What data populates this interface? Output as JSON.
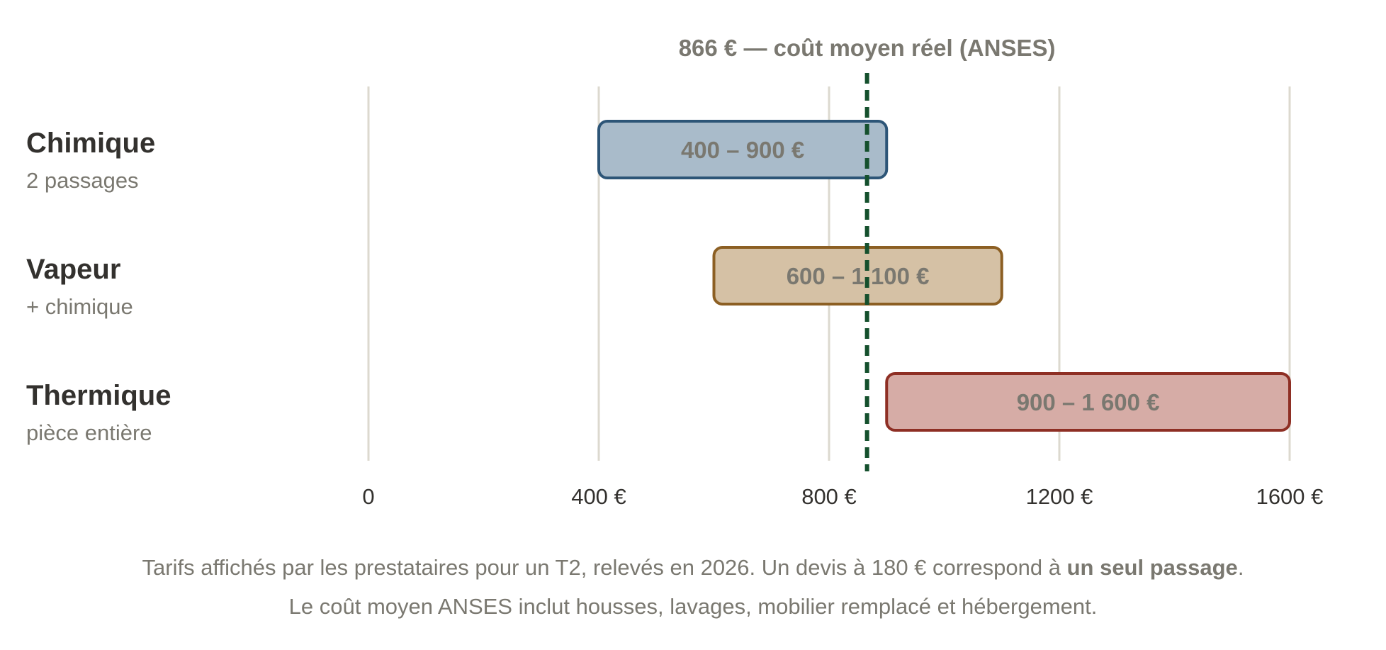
{
  "chart_data": {
    "type": "bar",
    "orientation": "horizontal-range",
    "categories": [
      {
        "name": "Chimique",
        "subtitle": "2 passages",
        "low": 400,
        "high": 900,
        "label": "400 – 900 €",
        "color": "#2d5577",
        "fill": "#a9bbca"
      },
      {
        "name": "Vapeur",
        "subtitle": "+ chimique",
        "low": 600,
        "high": 1100,
        "label": "600 – 1 100 €",
        "color": "#8c5f23",
        "fill": "#d5c1a5"
      },
      {
        "name": "Thermique",
        "subtitle": "pièce entière",
        "low": 900,
        "high": 1600,
        "label": "900 – 1 600 €",
        "color": "#8e2f24",
        "fill": "#d6aca6"
      }
    ],
    "xlim": [
      0,
      1600
    ],
    "ticks": [
      {
        "value": 0,
        "label": "0"
      },
      {
        "value": 400,
        "label": "400 €"
      },
      {
        "value": 800,
        "label": "800 €"
      },
      {
        "value": 1200,
        "label": "1200 €"
      },
      {
        "value": 1600,
        "label": "1600 €"
      }
    ],
    "grid": true,
    "reference_line": {
      "value": 866,
      "label": "866 € — coût moyen réel (ANSES)",
      "color": "#15502d",
      "style": "dashed"
    },
    "gridline_color": "#dcd9cf"
  },
  "caption": {
    "line1_prefix": "Tarifs affichés par les prestataires pour un T2, relevés en 2026. Un devis à 180 € correspond à ",
    "line1_bold": "un seul passage",
    "line1_suffix": ".",
    "line2": "Le coût moyen ANSES inclut housses, lavages, mobilier remplacé et hébergement."
  }
}
